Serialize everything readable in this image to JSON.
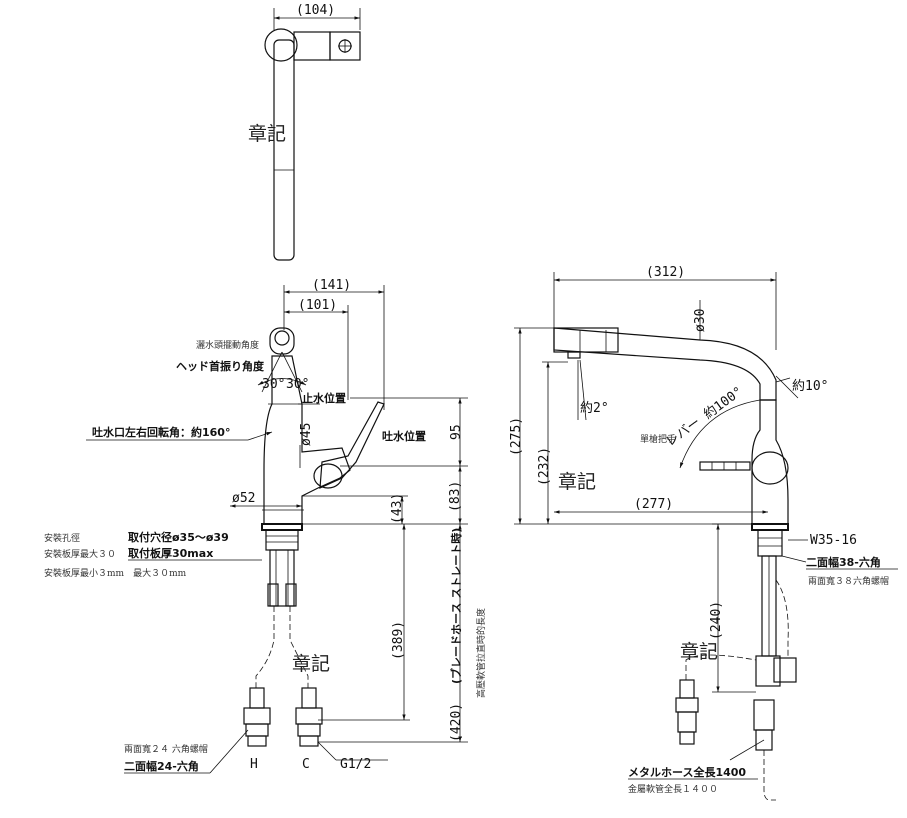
{
  "top_view": {
    "dim_width": "(104)",
    "seal": "章記"
  },
  "side_view": {
    "dim_141": "(141)",
    "dim_101": "(101)",
    "note_head_angle_sub": "灑水頭擺動角度",
    "note_head_angle": "ヘッド首振り角度",
    "angle_left": "30°",
    "angle_right": "30°",
    "stop_pos": "止水位置",
    "spout_pos": "吐水位置",
    "spout_rotation": "吐水口左右回転角：約160°",
    "dia45": "ø45",
    "dim_95": "95",
    "dim_83": "(83)",
    "dia52": "ø52",
    "dim_43": "(43)",
    "mount_hole_sub": "安裝孔徑",
    "mount_hole": "取付穴径ø35～ø39",
    "plate_max_sub": "安裝板厚最大３０",
    "plate_max": "取付板厚30max",
    "plate_range_sub": "安裝板厚最小３mm　最大３０mm",
    "dim_389": "(389)",
    "dim_420": "(420)",
    "braided_hose": "(ブレードホース ストレート時)",
    "braided_hose_sub": "高壓軟管拉直時的長度",
    "seal": "章記",
    "nut_sub": "兩面寬２４ 六角螺帽",
    "nut": "二面幅24-六角",
    "h_label": "H",
    "c_label": "C",
    "g_label": "G1/2"
  },
  "front_view": {
    "dim_312": "(312)",
    "dia30": "ø30",
    "dim_275": "(275)",
    "dim_232": "(232)",
    "approx2": "約2°",
    "lever": "レバー 約100°",
    "approx10": "約10°",
    "single_handle": "單槍把手",
    "seal1": "章記",
    "dim_277": "(277)",
    "w35": "W35-16",
    "nut38": "二面幅38-六角",
    "nut38_sub": "兩面寬３８六角螺帽",
    "dim_240": "(240)",
    "seal2": "章記",
    "metal_hose": "メタルホース全長1400",
    "metal_hose_sub": "金屬軟管全長１４００"
  }
}
